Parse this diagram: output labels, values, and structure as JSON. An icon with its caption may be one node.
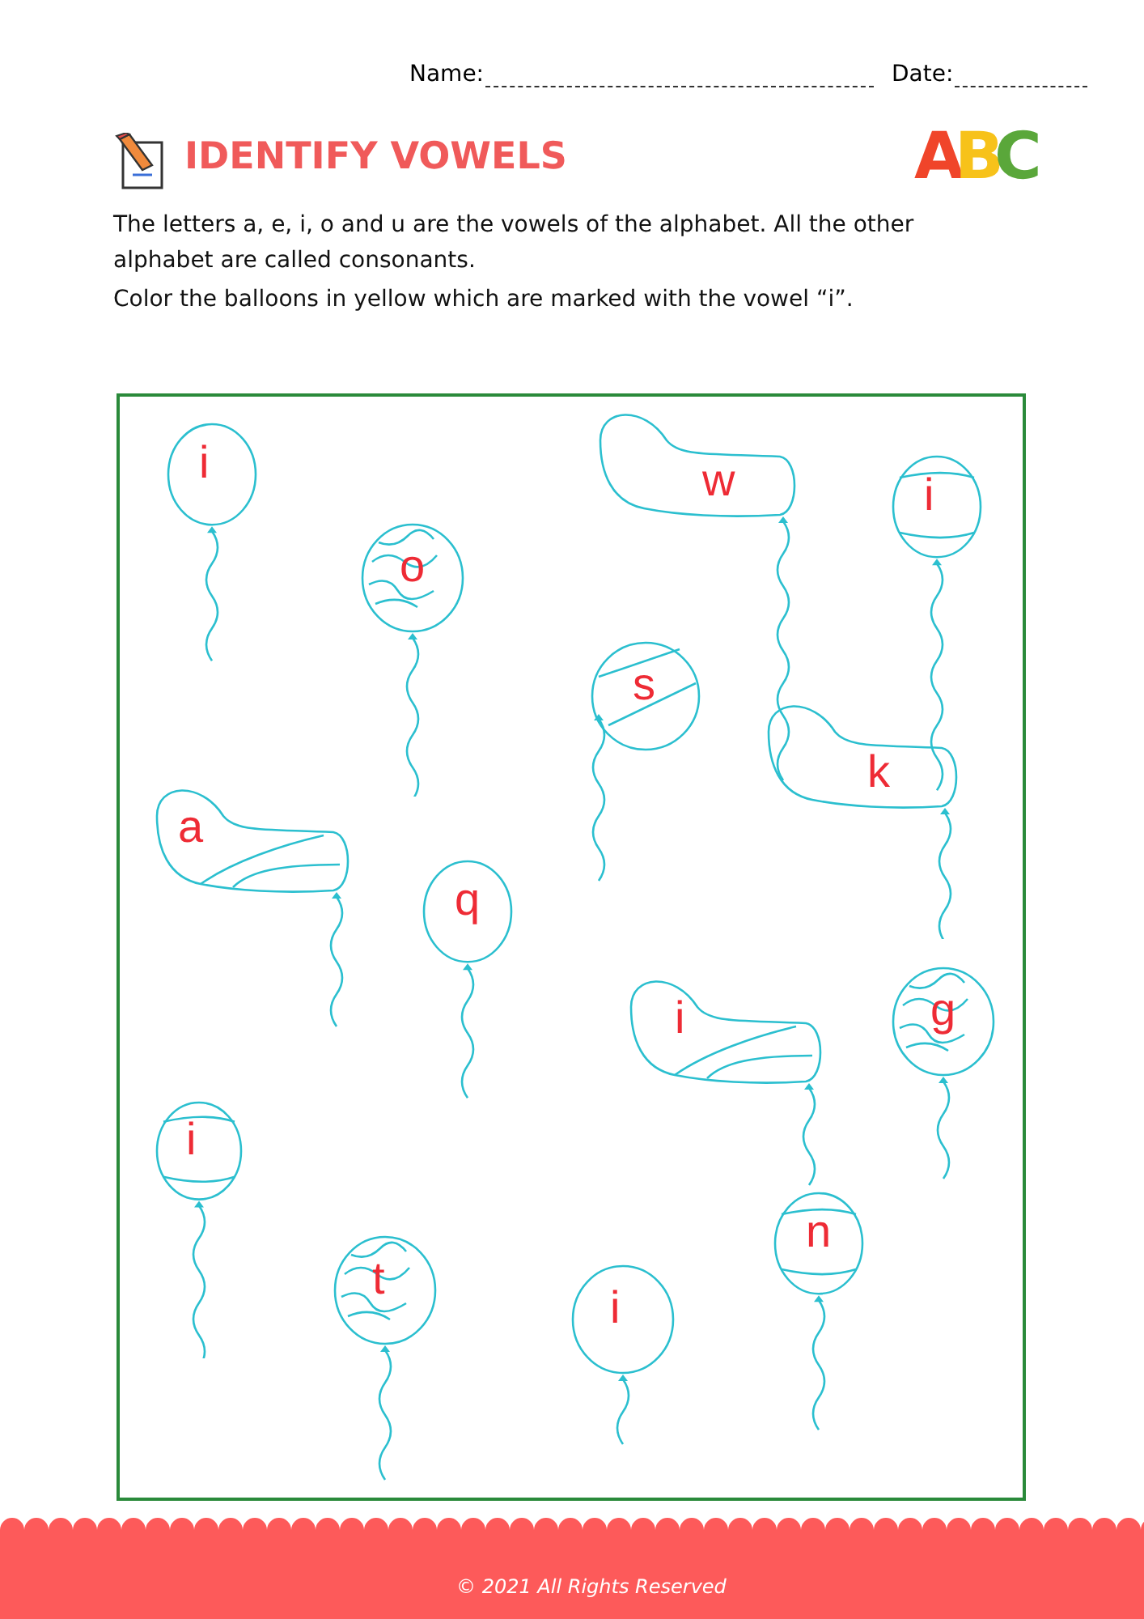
{
  "diagram": {
    "title": "IDENTIFY VOWELS",
    "nodes": [
      {
        "text": [],
        "shape": "box"
      },
      {
        "text": [
          "i"
        ],
        "in": 0
      },
      {
        "text": [
          "w"
        ],
        "in": 0
      },
      {
        "text": [
          "i"
        ],
        "in": 0
      },
      {
        "text": [
          "o"
        ],
        "in": 0
      },
      {
        "text": [
          "s"
        ],
        "in": 0
      },
      {
        "text": [
          "k"
        ],
        "in": 0
      },
      {
        "text": [
          "a"
        ],
        "in": 0
      },
      {
        "text": [
          "q"
        ],
        "in": 0
      },
      {
        "text": [
          "i"
        ],
        "in": 0
      },
      {
        "text": [
          "g"
        ],
        "in": 0
      },
      {
        "text": [
          "i"
        ],
        "in": 0
      },
      {
        "text": [
          "n"
        ],
        "in": 0
      },
      {
        "text": [
          "t"
        ],
        "in": 0
      },
      {
        "text": [
          "i"
        ],
        "in": 0
      }
    ],
    "edges": [],
    "labels": [
      "Name:",
      "Date:",
      "ABC",
      "The letters a, e, i, o and u are the vowels of the alphabet. All the other alphabet are called consonants.",
      "Color the balloons in yellow which are marked with the vowel “i”.",
      "© 2021 All Rights Reserved"
    ]
  }
}
